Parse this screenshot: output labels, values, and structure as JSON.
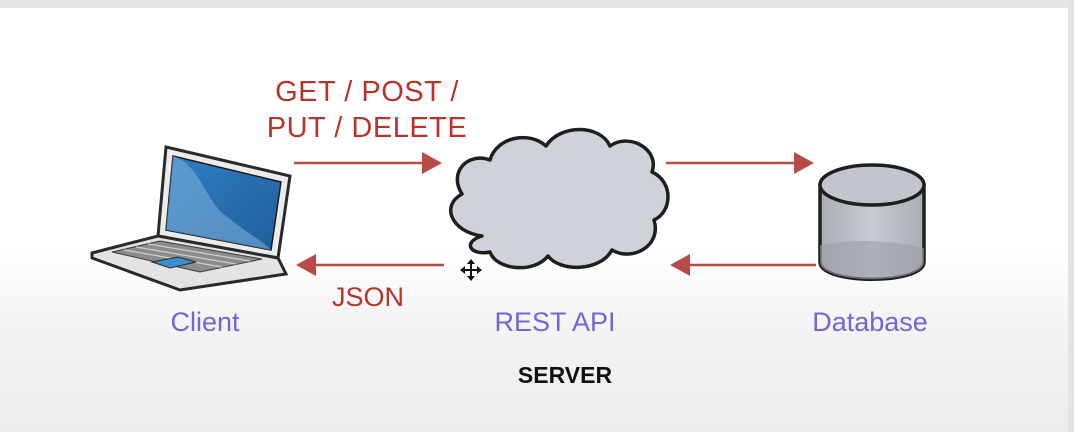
{
  "diagram": {
    "request_line1": "GET / POST /",
    "request_line2": "PUT / DELETE",
    "response": "JSON",
    "client": "Client",
    "api": "REST API",
    "database": "Database",
    "server": "SERVER"
  },
  "colors": {
    "arrow": "#b84b45",
    "label_method": "#b8332b",
    "label_node": "#7465d6",
    "cloud_fill": "#cfd2d8",
    "db_fill": "#b6b9c0"
  }
}
